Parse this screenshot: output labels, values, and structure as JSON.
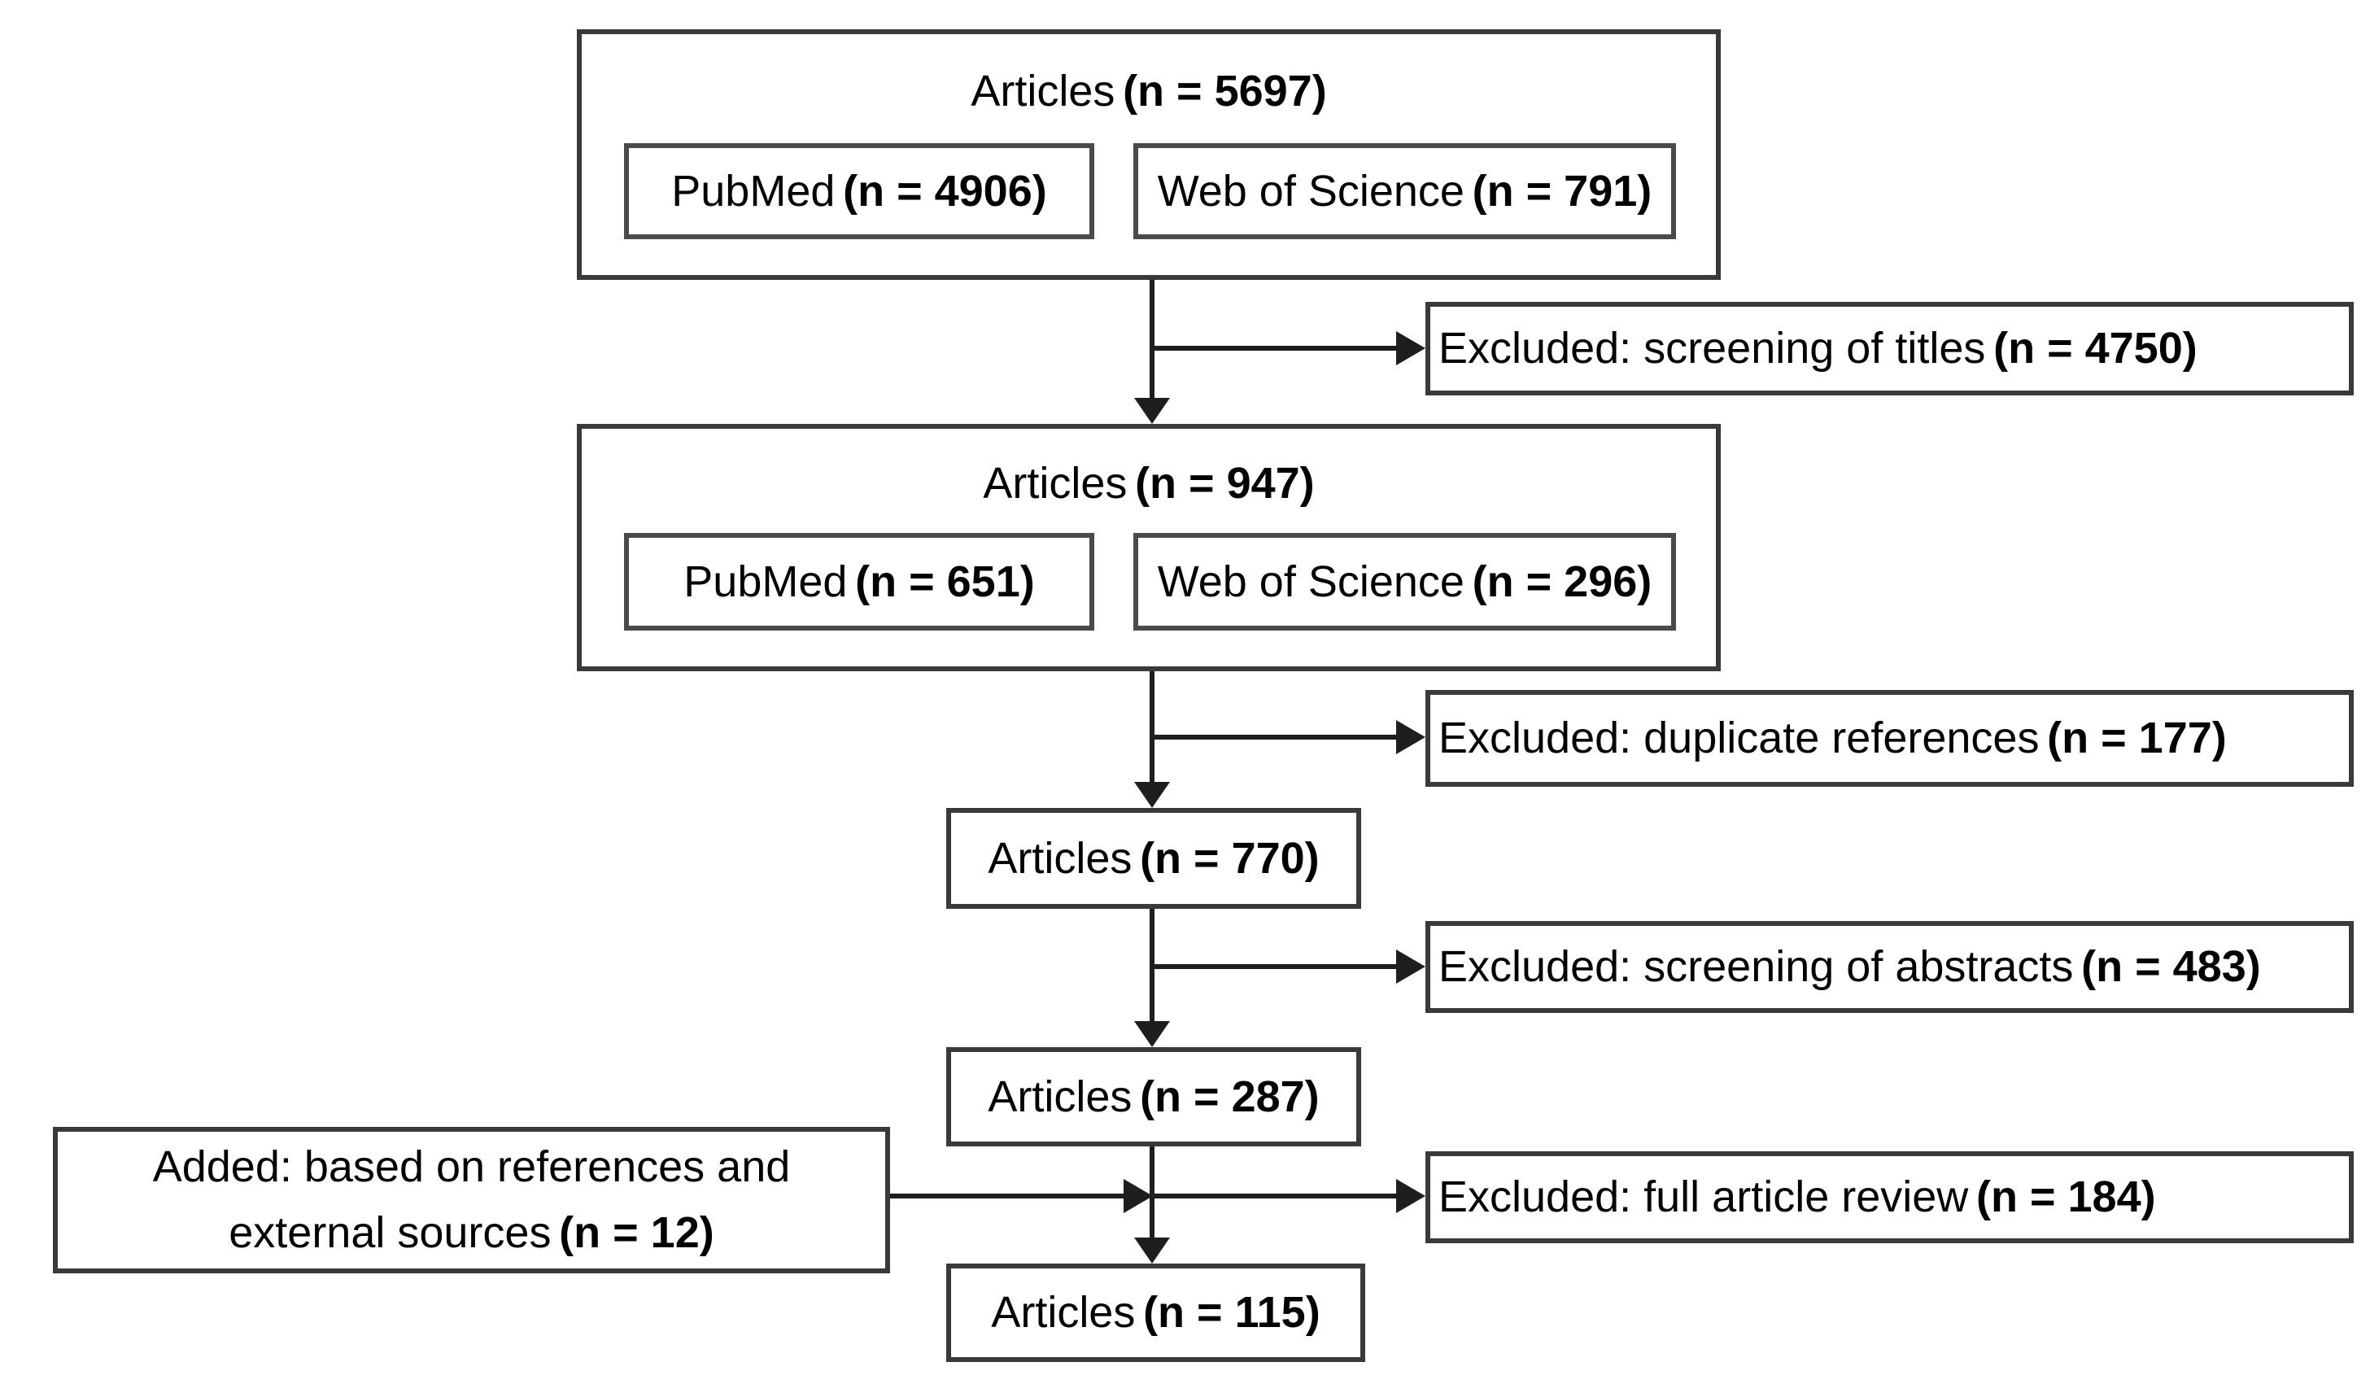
{
  "flow": {
    "stage1": {
      "label": "Articles",
      "n": "(n = 5697)",
      "pubmed": {
        "label": "PubMed",
        "n": "(n = 4906)"
      },
      "wos": {
        "label": "Web of Science",
        "n": "(n = 791)"
      }
    },
    "excluded_titles": {
      "label": "Excluded: screening of titles",
      "n": "(n = 4750)"
    },
    "stage2": {
      "label": "Articles",
      "n": "(n = 947)",
      "pubmed": {
        "label": "PubMed",
        "n": "(n = 651)"
      },
      "wos": {
        "label": "Web of Science",
        "n": "(n = 296)"
      }
    },
    "excluded_duplicates": {
      "label": "Excluded: duplicate references",
      "n": "(n = 177)"
    },
    "stage3": {
      "label": "Articles",
      "n": "(n = 770)"
    },
    "excluded_abstracts": {
      "label": "Excluded: screening of abstracts",
      "n": "(n = 483)"
    },
    "stage4": {
      "label": "Articles",
      "n": "(n = 287)"
    },
    "added_external": {
      "label": "Added: based on references and external sources",
      "n": "(n = 12)"
    },
    "excluded_full_review": {
      "label": "Excluded: full article review",
      "n": "(n = 184)"
    },
    "stage5": {
      "label": "Articles",
      "n": "(n = 115)"
    }
  },
  "colors": {
    "box_border": "#3a3a3a",
    "arrow": "#1e1e1e",
    "text": "#000000",
    "background": "#ffffff"
  }
}
